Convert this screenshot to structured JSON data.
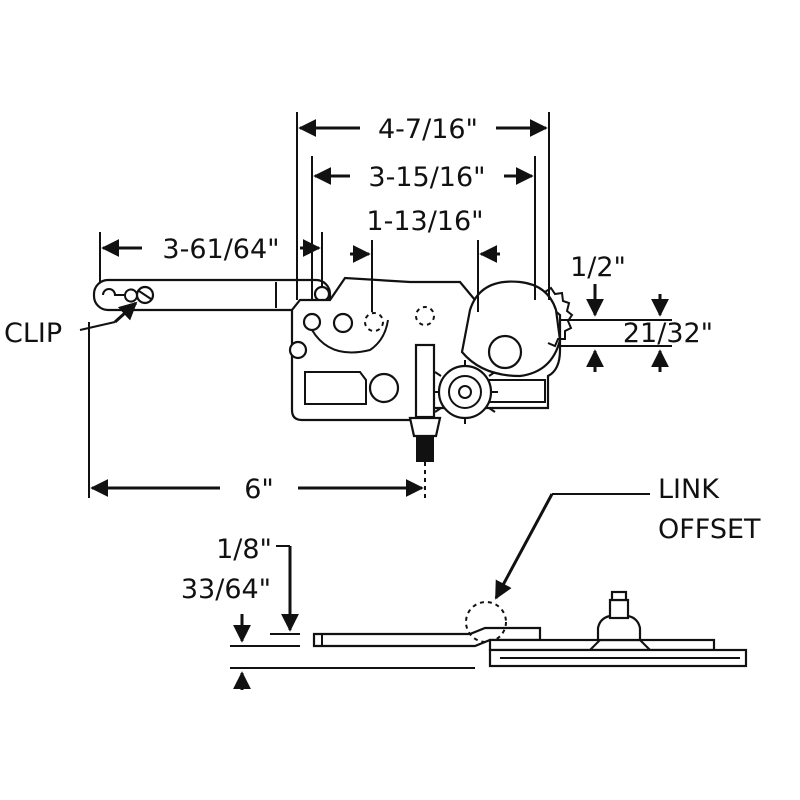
{
  "dimensions": {
    "overall_width": "4-7/16\"",
    "inner_width": "3-15/16\"",
    "gear_spacing": "1-13/16\"",
    "arm_length": "3-61/64\"",
    "offset_half": "1/2\"",
    "offset_height": "21/32\"",
    "total_length": "6\"",
    "link_thickness": "1/8\"",
    "link_drop": "33/64\""
  },
  "callouts": {
    "clip": "CLIP",
    "link_line1": "LINK",
    "link_line2": "OFFSET"
  }
}
